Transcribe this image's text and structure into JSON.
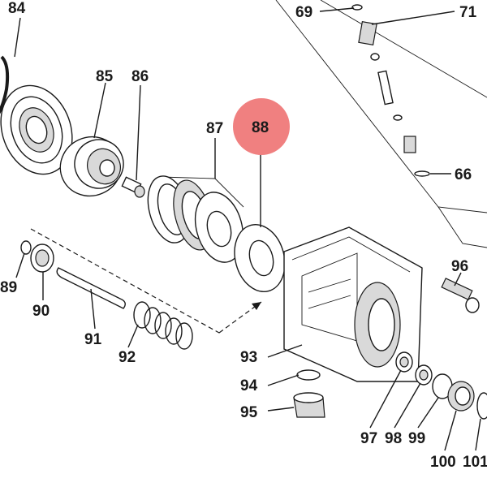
{
  "highlight_color": "#f08080",
  "labels": {
    "p84": "84",
    "p85": "85",
    "p86": "86",
    "p87": "87",
    "p88": "88",
    "p69": "69",
    "p71": "71",
    "p66": "66",
    "p89": "89",
    "p90": "90",
    "p91": "91",
    "p92": "92",
    "p93": "93",
    "p94": "94",
    "p95": "95",
    "p96": "96",
    "p97": "97",
    "p98": "98",
    "p99": "99",
    "p100": "100",
    "p101": "101"
  }
}
